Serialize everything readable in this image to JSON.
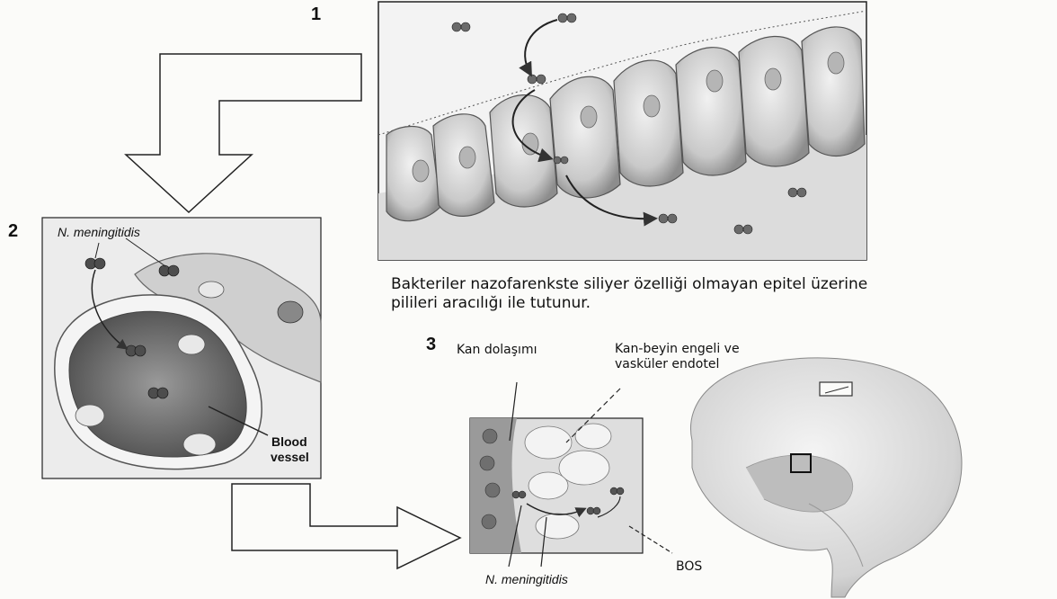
{
  "step1": {
    "number": "1"
  },
  "step2": {
    "number": "2",
    "organism_label": "N. meningitidis",
    "vessel_label_line1": "Blood",
    "vessel_label_line2": "vessel"
  },
  "step3": {
    "number": "3",
    "bloodstream_label": "Kan dolaşımı",
    "barrier_label_line1": "Kan-beyin engeli ve",
    "barrier_label_line2": "vasküler endotel",
    "csf_label": "BOS",
    "organism_label": "N. meningitidis"
  },
  "caption": {
    "line1": "Bakteriler nazofarenkste siliyer özelliği olmayan epitel üzerine",
    "line2": "pilileri aracılığı ile tutunur."
  }
}
